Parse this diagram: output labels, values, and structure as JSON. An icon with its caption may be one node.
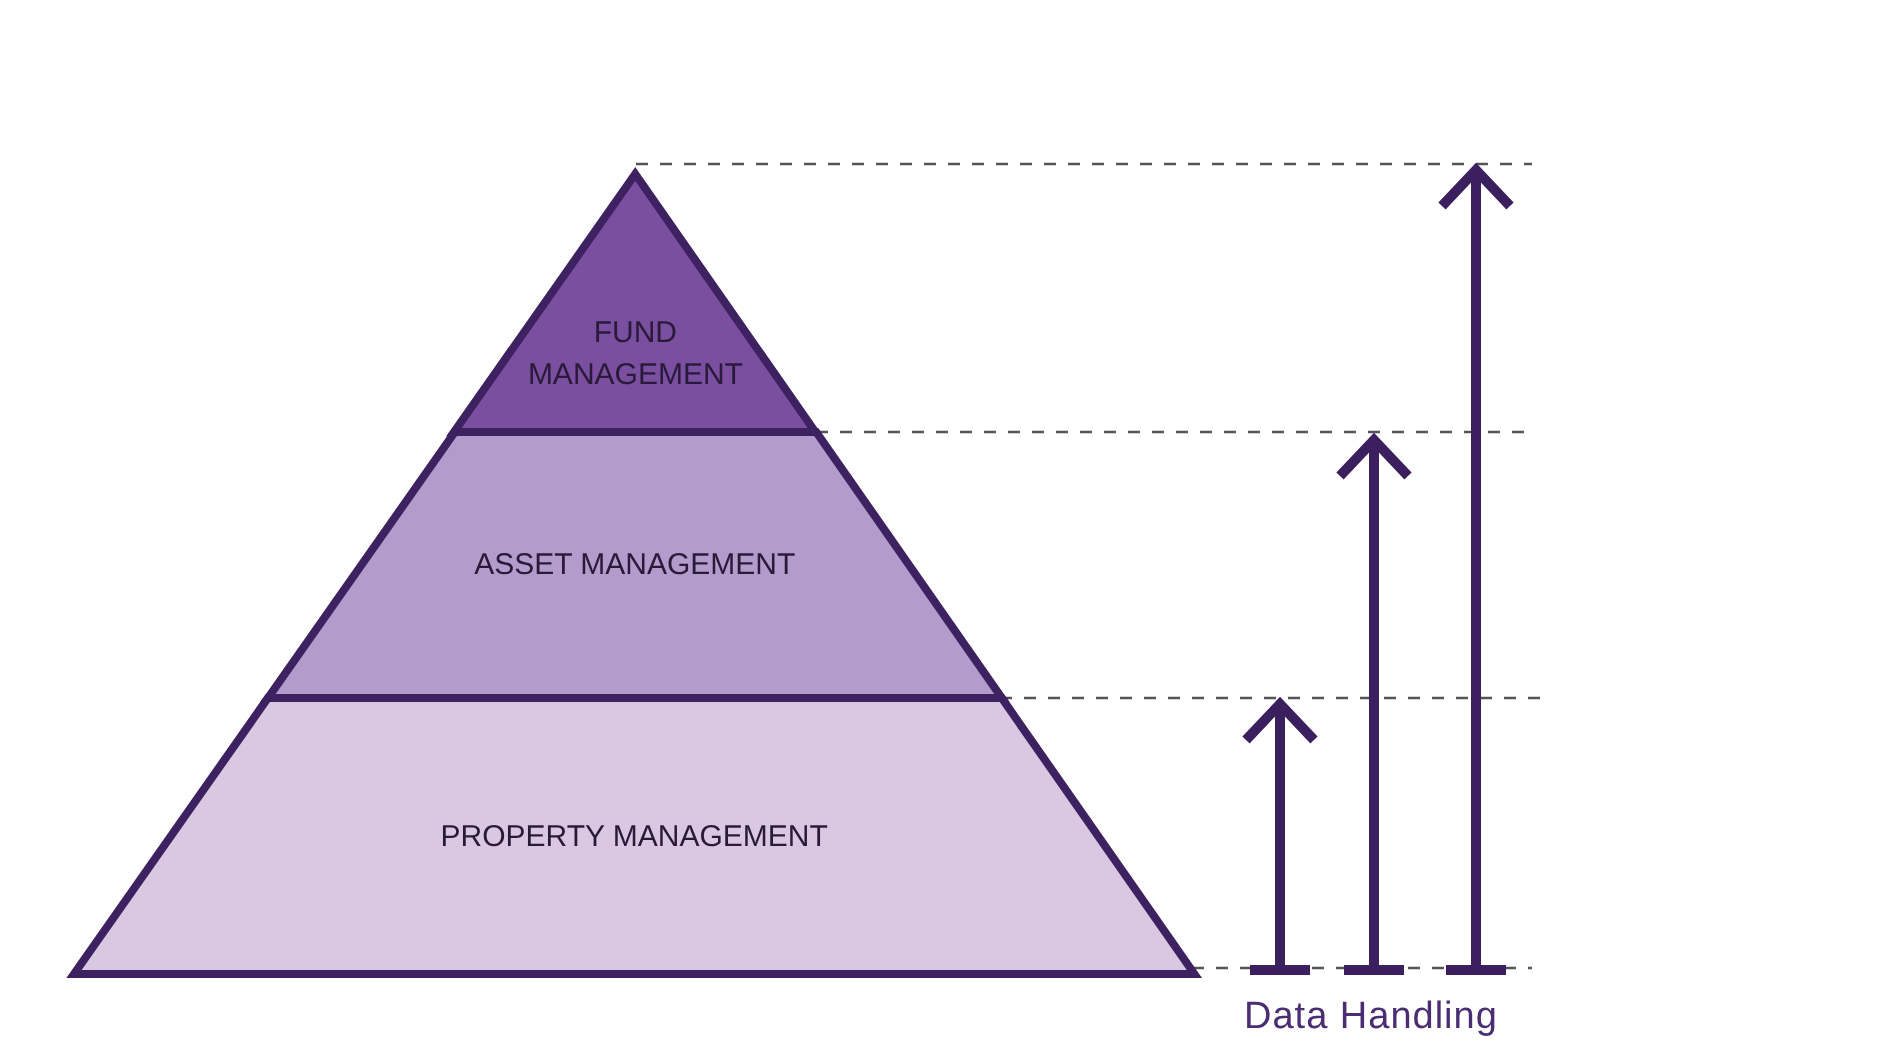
{
  "diagram": {
    "nodes": [
      {
        "text": [
          "FUND MANAGEMENT"
        ]
      },
      {
        "text": [
          "ASSET MANAGEMENT"
        ]
      },
      {
        "text": [
          "PROPERTY MANAGEMENT"
        ]
      }
    ],
    "labels": [
      "Data Handling"
    ]
  }
}
